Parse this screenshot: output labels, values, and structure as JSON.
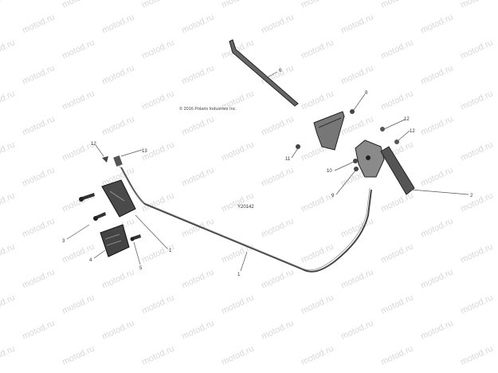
{
  "watermark": {
    "text": "motod.ru"
  },
  "copyright": "© 2016 Polaris Industries Inc.",
  "figure_code": "Y20142",
  "callouts": [
    {
      "label": "6",
      "part": "handbrake-rod"
    },
    {
      "label": "8",
      "part": "upper-right-fastener"
    },
    {
      "label": "12",
      "part": "right-small-part-1"
    },
    {
      "label": "12",
      "part": "right-small-part-2"
    },
    {
      "label": "11",
      "part": "right-nut"
    },
    {
      "label": "10",
      "part": "right-screw"
    },
    {
      "label": "9",
      "part": "right-lower-fastener"
    },
    {
      "label": "2",
      "part": "handle-grip"
    },
    {
      "label": "12",
      "part": "left-clip"
    },
    {
      "label": "13",
      "part": "left-cable-end"
    },
    {
      "label": "3",
      "part": "left-bolt"
    },
    {
      "label": "1",
      "part": "bracket"
    },
    {
      "label": "4",
      "part": "pad"
    },
    {
      "label": "5",
      "part": "pad-bolt"
    },
    {
      "label": "1",
      "part": "cable"
    }
  ],
  "colors": {
    "line": "#333333",
    "part_fill": "#666666",
    "dark": "#222222",
    "watermark": "#d8d8d8"
  }
}
